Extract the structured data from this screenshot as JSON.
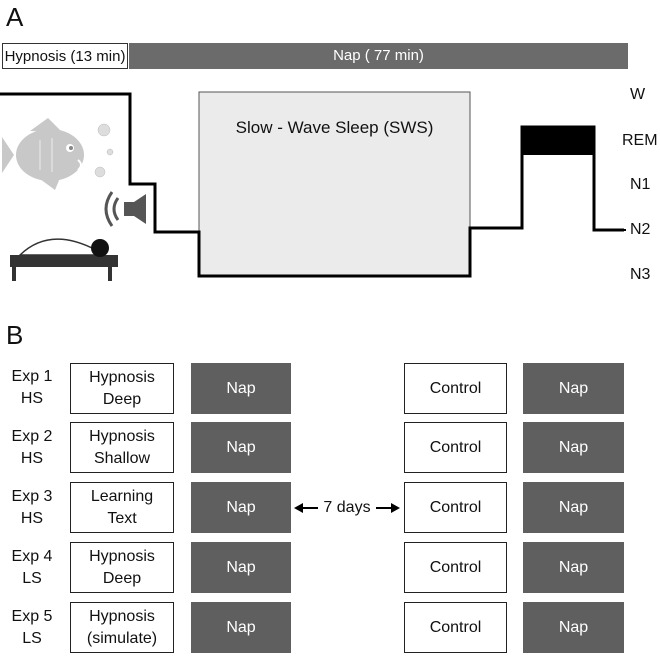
{
  "panel_a": {
    "letter": "A",
    "timeline": {
      "hypnosis": "Hypnosis (13 min)",
      "nap": "Nap ( 77 min)"
    },
    "sws_label": "Slow - Wave Sleep (SWS)",
    "stages": [
      "W",
      "REM",
      "N1",
      "N2",
      "N3"
    ],
    "colors": {
      "nap_bar": "#6b6b6b",
      "sws_fill": "#ebebeb",
      "rem_fill": "#000000"
    },
    "icons": [
      "fish-icon",
      "speaker-icon",
      "sleeping-person-icon"
    ]
  },
  "panel_b": {
    "letter": "B",
    "gap_label": "7 days",
    "nap_label": "Nap",
    "control_label": "Control",
    "rows": [
      {
        "exp": "Exp 1",
        "group": "HS",
        "cond1": "Hypnosis",
        "cond2": "Deep"
      },
      {
        "exp": "Exp 2",
        "group": "HS",
        "cond1": "Hypnosis",
        "cond2": "Shallow"
      },
      {
        "exp": "Exp 3",
        "group": "HS",
        "cond1": "Learning",
        "cond2": "Text"
      },
      {
        "exp": "Exp 4",
        "group": "LS",
        "cond1": "Hypnosis",
        "cond2": "Deep"
      },
      {
        "exp": "Exp 5",
        "group": "LS",
        "cond1": "Hypnosis",
        "cond2": "(simulate)"
      }
    ]
  }
}
